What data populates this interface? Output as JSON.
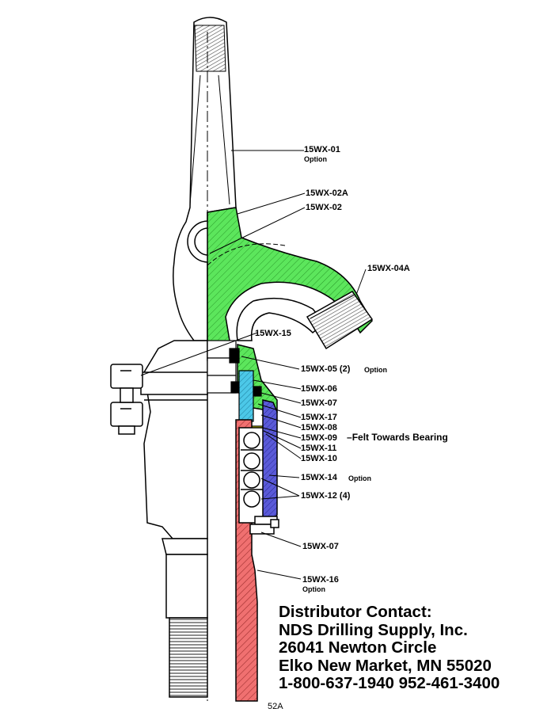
{
  "part_labels": {
    "p01": "15WX-01",
    "p01_option": "Option",
    "p02a": "15WX-02A",
    "p02": "15WX-02",
    "p04a": "15WX-04A",
    "p15": "15WX-15",
    "p05": "15WX-05 (2)",
    "p05_option": "Option",
    "p06": "15WX-06",
    "p07a": "15WX-07",
    "p17": "15WX-17",
    "p08": "15WX-08",
    "p09": "15WX-09",
    "p09_note": "Felt Towards Bearing",
    "p11": "15WX-11",
    "p10": "15WX-10",
    "p14": "15WX-14",
    "p14_option": "Option",
    "p12": "15WX-12 (4)",
    "p07b": "15WX-07",
    "p16": "15WX-16",
    "p16_option": "Option"
  },
  "contact": {
    "line1": "Distributor Contact:",
    "line2": "NDS Drilling Supply, Inc.",
    "line3": "26041 Newton Circle",
    "line4": "Elko New Market, MN 55020",
    "line5": "1-800-637-1940 952-461-3400"
  },
  "page_number": "52A",
  "colors": {
    "gooseneck_section": "#5ce65c",
    "stem_section": "#f07070",
    "packing_section": "#4cc8e8",
    "nut_section": "#5a5ad8",
    "felt": "#ffff00",
    "outline": "#000000"
  }
}
